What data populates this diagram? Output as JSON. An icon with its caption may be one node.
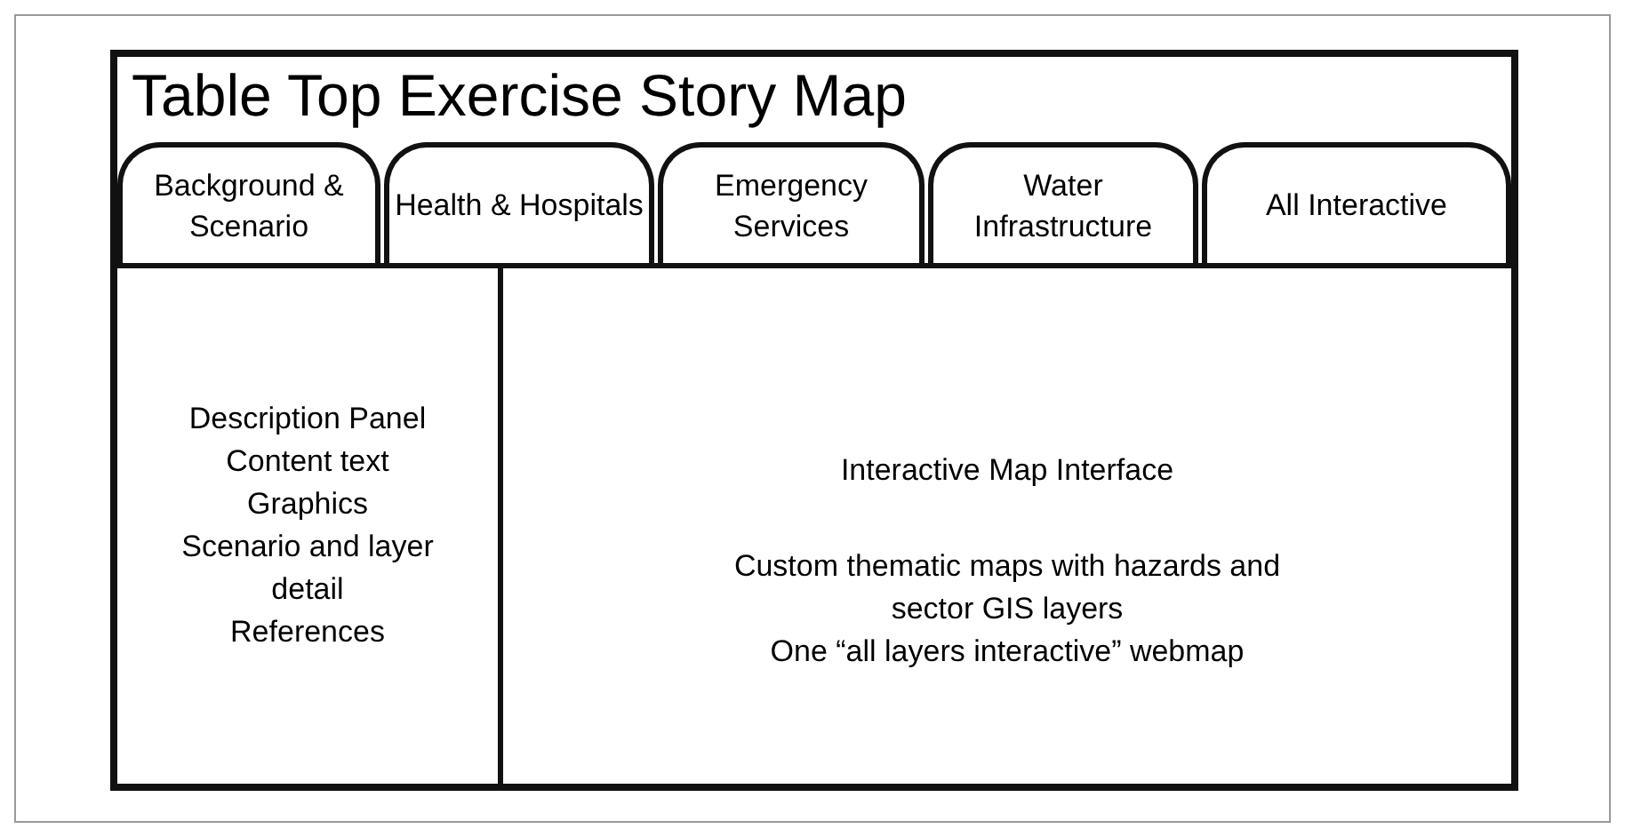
{
  "diagram": {
    "nodes": [
      {
        "text": [
          "Table Top Exercise Story Map"
        ]
      },
      {
        "text": [
          "Background & Scenario"
        ],
        "in": 0
      },
      {
        "text": [
          "Health & Hospitals"
        ],
        "in": 0
      },
      {
        "text": [
          "Emergency Services"
        ],
        "in": 0
      },
      {
        "text": [
          "Water Infrastructure"
        ],
        "in": 0
      },
      {
        "text": [
          "All Interactive"
        ],
        "in": 0
      },
      {
        "text": [
          "Description Panel",
          "Content text",
          "Graphics",
          "Scenario and layer detail",
          "References"
        ],
        "in": 0
      },
      {
        "text": [
          "Interactive Map Interface",
          "Custom thematic maps with hazards and sector GIS layers",
          "One “all layers interactive” webmap"
        ],
        "in": 0
      }
    ]
  }
}
